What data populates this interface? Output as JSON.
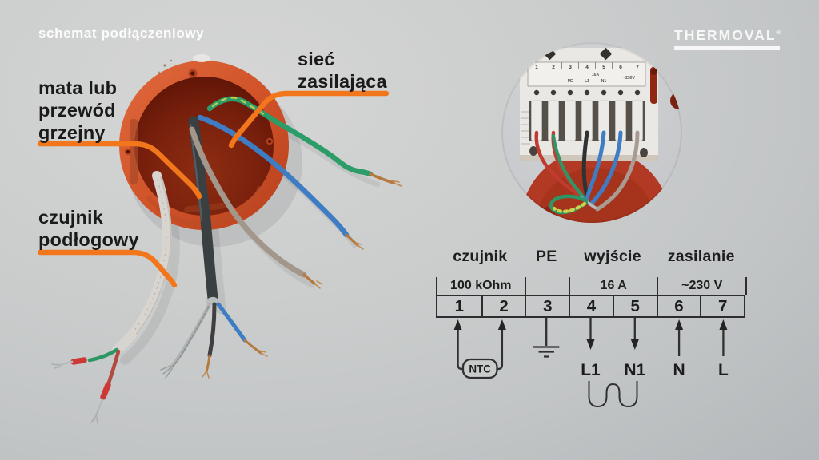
{
  "title": "schemat podłączeniowy",
  "brand": {
    "logo_text": "THERMOVAL",
    "logo_mark": "®"
  },
  "callouts": {
    "heating_mat": "mata lub\nprzewód\ngrzejny",
    "mains": "sieć\nzasilająca",
    "floor_sensor": "czujnik\npodłogowy"
  },
  "terminal_diagram": {
    "groups": [
      {
        "label": "czujnik",
        "sub": "100 kOhm",
        "span": 2
      },
      {
        "label": "PE",
        "sub": "",
        "span": 1
      },
      {
        "label": "wyjście",
        "sub": "16 A",
        "span": 2
      },
      {
        "label": "zasilanie",
        "sub": "~230 V",
        "span": 2
      }
    ],
    "terminals": [
      "1",
      "2",
      "3",
      "4",
      "5",
      "6",
      "7"
    ],
    "ntc_label": "NTC",
    "wire_labels": {
      "l1": "L1",
      "n1": "N1",
      "n": "N",
      "l": "L"
    }
  },
  "inset_photo": {
    "strip_numbers": [
      "1",
      "2",
      "3",
      "4",
      "5",
      "6",
      "7"
    ],
    "markings": {
      "pe": "PE",
      "amp": "16A",
      "volt": "~230V",
      "l1": "L1",
      "n1": "N1"
    }
  },
  "colors": {
    "accent_orange": "#f2771c",
    "box_ring": "#d2552c",
    "box_inner": "#771f0e",
    "wall_gray": "#c9cbcb",
    "wire_blue": "#3e7cc3",
    "wire_green": "#2c9c68",
    "wire_beige": "#a3968b",
    "cable_black": "#3a3f41",
    "cable_white": "#d8d4d0",
    "copper": "#b5793f",
    "ferrule_red": "#cc3934",
    "diagram_ink": "#2d2d2d"
  }
}
